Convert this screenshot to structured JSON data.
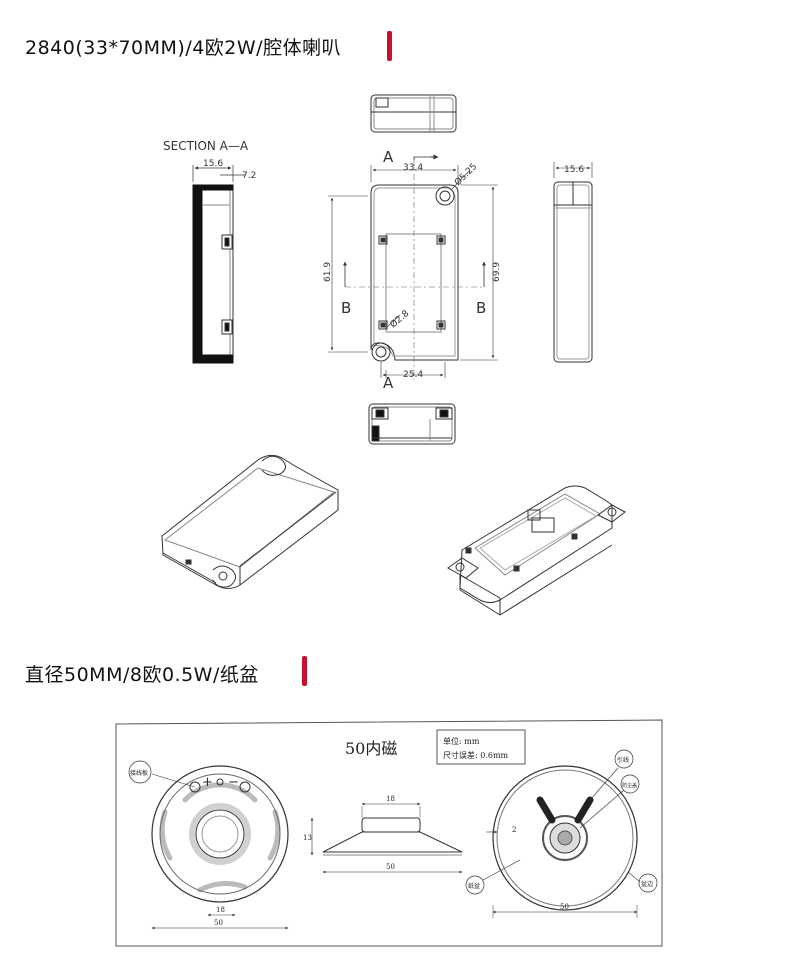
{
  "section1": {
    "title": "2840(33*70MM)/4欧2W/腔体喇叭",
    "accent_color": "#c8102e",
    "labels": {
      "section_aa": "SECTION A—A",
      "d156_left": "15.6",
      "d72": "7.2",
      "d156_right": "15.6",
      "d334": "33.4",
      "d525": "Ø5.25",
      "d28": "Ø2.8",
      "d254": "25.4",
      "d619": "61.9",
      "d699": "69.9",
      "a_top": "A",
      "a_bottom": "A",
      "b_left": "B",
      "b_right": "B"
    }
  },
  "section2": {
    "title": "直径50MM/8欧0.5W/纸盆",
    "accent_color": "#c8102e",
    "drawing": {
      "heading": "50内磁",
      "unit": "单位: mm",
      "tolerance": "尺寸误差: 0.6mm",
      "wiring_board": "接线板",
      "plus": "+",
      "minus": "−",
      "lead": "引线",
      "dust_cap": "防尘盖",
      "paper_cone": "纸盆",
      "rim": "盆边",
      "d18_top": "18",
      "d13": "13",
      "d50_side": "50",
      "d2": "2",
      "d18_front": "18",
      "d50_front": "50",
      "d50_back": "50"
    }
  }
}
